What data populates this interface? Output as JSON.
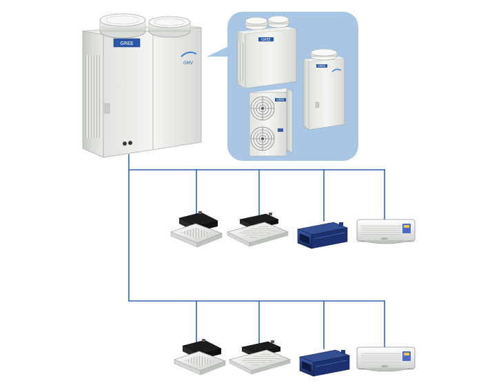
{
  "diagram": {
    "type": "vrf-air-conditioning-system",
    "main_unit": {
      "brand_badge": "GREE",
      "series_badge": "GMV"
    },
    "callout": {
      "background_color": "#a9c6e4",
      "units": [
        {
          "brand_badge": "GREE",
          "kind": "top-discharge-outdoor-unit"
        },
        {
          "brand_badge": "GREE",
          "kind": "compact-top-discharge-outdoor-unit"
        },
        {
          "brand_badge": "GREE",
          "kind": "dual-fan-side-discharge-outdoor-unit"
        }
      ]
    },
    "pipe_color": "#2f66b0",
    "indoor_rows": [
      {
        "name": "indoor-row-upper",
        "units": [
          {
            "kind": "four-way-cassette"
          },
          {
            "kind": "two-way-cassette"
          },
          {
            "kind": "ducted"
          },
          {
            "kind": "wall-mounted",
            "logo": "GREE"
          }
        ]
      },
      {
        "name": "indoor-row-lower",
        "units": [
          {
            "kind": "four-way-cassette"
          },
          {
            "kind": "two-way-cassette"
          },
          {
            "kind": "ducted"
          },
          {
            "kind": "wall-mounted",
            "logo": "GREE"
          }
        ]
      }
    ]
  }
}
